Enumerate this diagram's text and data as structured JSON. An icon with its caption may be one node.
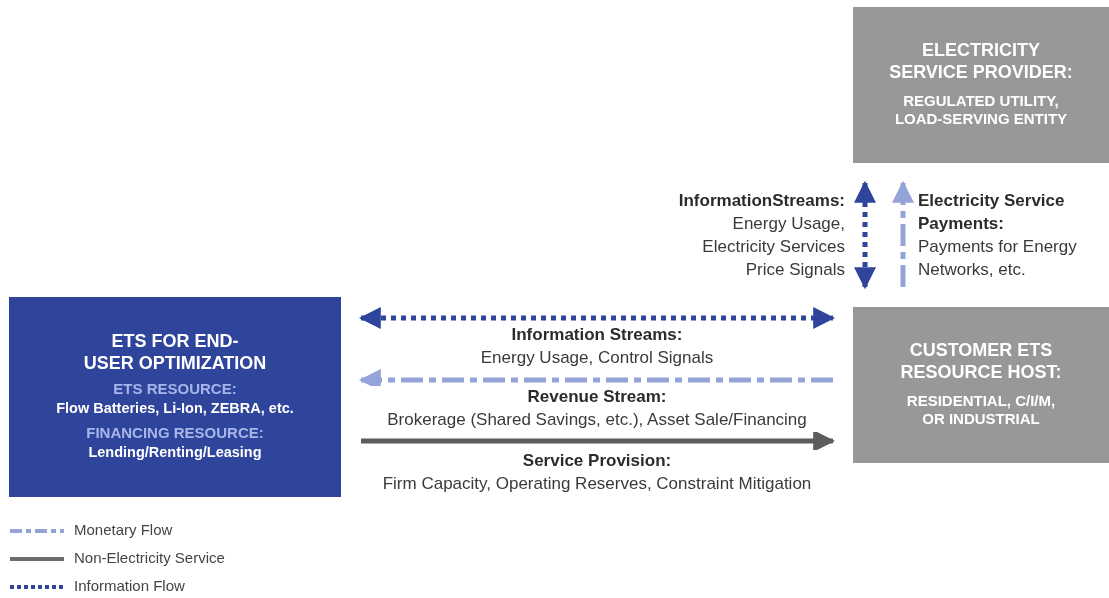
{
  "diagram": {
    "nodes": [
      {
        "text": [
          "ETS FOR END-USER OPTIMIZATION",
          "ETS RESOURCE:",
          "Flow Batteries, Li-Ion, ZEBRA, etc.",
          "FINANCING RESOURCE:",
          "Lending/Renting/Leasing"
        ]
      },
      {
        "text": [
          "ELECTRICITY SERVICE PROVIDER:",
          "REGULATED UTILITY, LOAD-SERVING ENTITY"
        ]
      },
      {
        "text": [
          "CUSTOMER ETS RESOURCE HOST:",
          "RESIDENTIAL, C/I/M, OR INDUSTRIAL"
        ]
      }
    ],
    "edges": [
      {
        "from": 0,
        "to": 2,
        "arrow": "both",
        "style": "dashed",
        "color": "#2e459b",
        "label": "**Information Streams:** Energy Usage, Control Signals"
      },
      {
        "from": 2,
        "to": 0,
        "arrow": "to",
        "style": "dashed",
        "color": "#94a3d8",
        "label": "**Revenue Stream:** Brokerage (Shared Savings, etc.), Asset Sale/Financing"
      },
      {
        "from": 0,
        "to": 2,
        "arrow": "to",
        "color": "#5d5d60",
        "label": "**Service Provision:** Firm Capacity, Operating Reserves, Constraint Mitigation"
      },
      {
        "from": 2,
        "to": 1,
        "arrow": "both",
        "style": "dashed",
        "color": "#2e459b",
        "label": "**InformationStreams:** Energy Usage, Electricity Services Price Signals"
      },
      {
        "from": 2,
        "to": 1,
        "arrow": "to",
        "style": "dashed",
        "color": "#94a3d8",
        "label": "**Electricity Service Payments:** Payments for Energy Networks, etc."
      }
    ],
    "legend": [
      {
        "text": "Monetary Flow"
      },
      {
        "text": "Non-Electricity Service"
      },
      {
        "text": "Information Flow"
      }
    ]
  }
}
